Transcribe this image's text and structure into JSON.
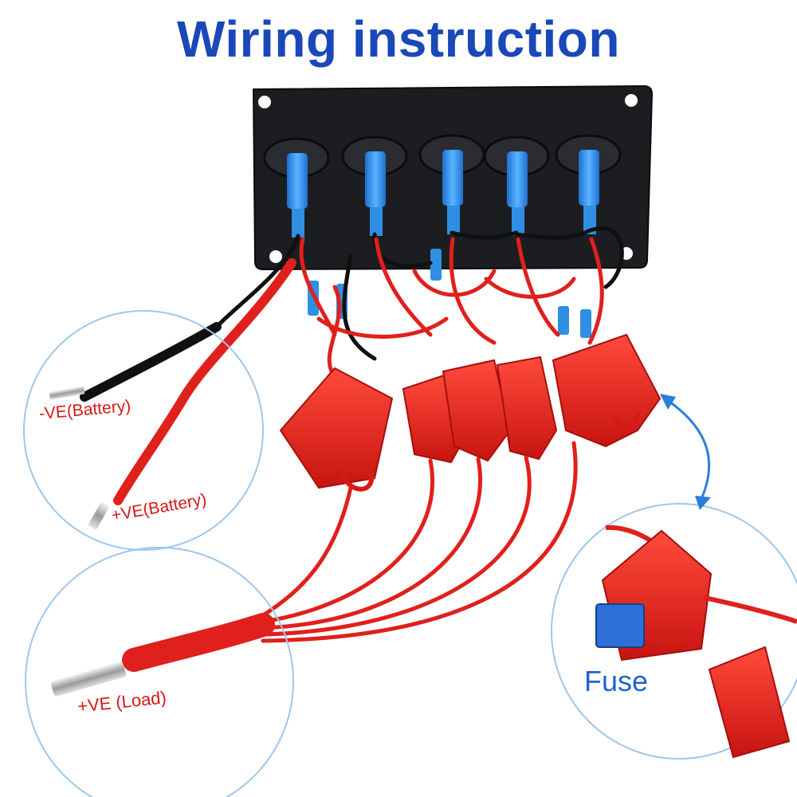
{
  "title": "Wiring instruction",
  "labels": {
    "negative_battery": "-VE(Battery)",
    "positive_battery": "+VE(Battery)",
    "positive_load": "+VE (Load)",
    "fuse": "Fuse"
  },
  "panel": {
    "switch_count": 5
  },
  "colors": {
    "title": "#1a48b8",
    "label_red": "#d41818",
    "fuse_label": "#1f64c8",
    "circle_outline": "#9ec7ec",
    "panel": "#1b1d21",
    "switch_blue": "#2f8fe3",
    "wire_red": "#e0201c",
    "wire_black": "#101010"
  }
}
